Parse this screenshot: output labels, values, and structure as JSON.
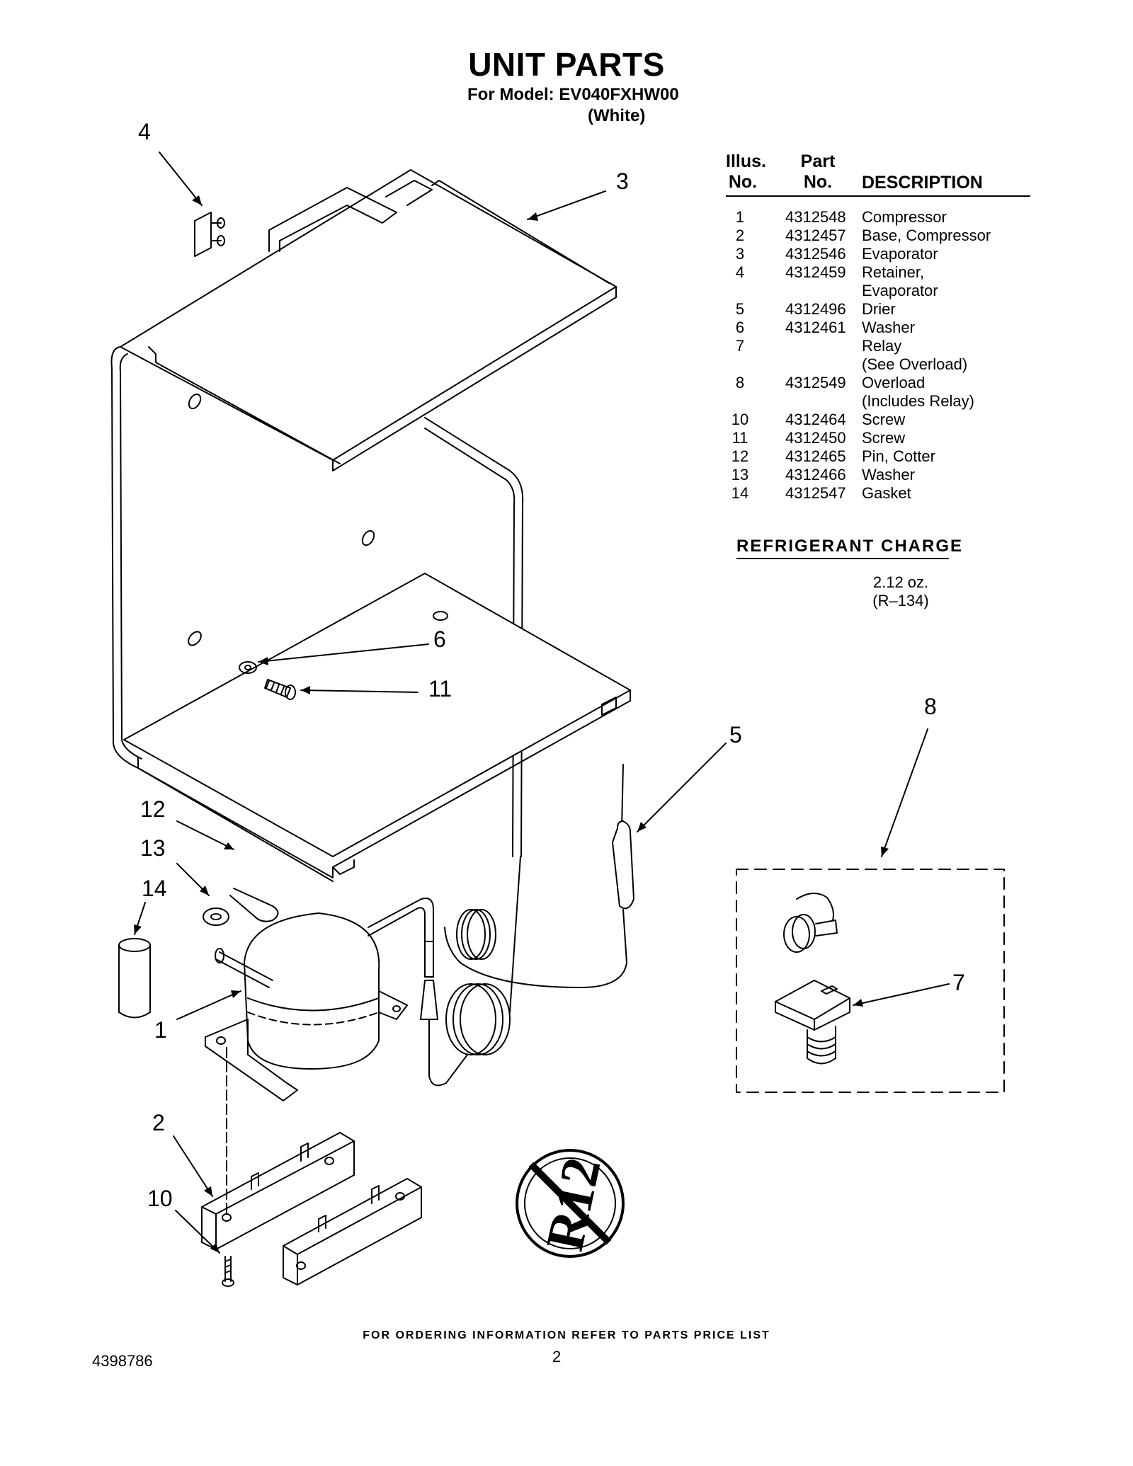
{
  "header": {
    "title": "UNIT PARTS",
    "model_line": "For Model: EV040FXHW00",
    "color_line": "(White)"
  },
  "parts_table": {
    "col_illus": [
      "Illus.",
      "No."
    ],
    "col_part": [
      "Part",
      "No."
    ],
    "col_desc": "DESCRIPTION",
    "rows": [
      {
        "no": "1",
        "part": "4312548",
        "desc": "Compressor"
      },
      {
        "no": "2",
        "part": "4312457",
        "desc": "Base, Compressor"
      },
      {
        "no": "3",
        "part": "4312546",
        "desc": "Evaporator"
      },
      {
        "no": "4",
        "part": "4312459",
        "desc": "Retainer,\nEvaporator"
      },
      {
        "no": "5",
        "part": "4312496",
        "desc": "Drier"
      },
      {
        "no": "6",
        "part": "4312461",
        "desc": "Washer"
      },
      {
        "no": "7",
        "part": "",
        "desc": "Relay\n(See Overload)"
      },
      {
        "no": "8",
        "part": "4312549",
        "desc": "Overload\n(Includes Relay)"
      },
      {
        "no": "10",
        "part": "4312464",
        "desc": "Screw"
      },
      {
        "no": "11",
        "part": "4312450",
        "desc": "Screw"
      },
      {
        "no": "12",
        "part": "4312465",
        "desc": "Pin, Cotter"
      },
      {
        "no": "13",
        "part": "4312466",
        "desc": "Washer"
      },
      {
        "no": "14",
        "part": "4312547",
        "desc": "Gasket"
      }
    ]
  },
  "refrigerant_charge": {
    "title": "REFRIGERANT CHARGE",
    "amount": "2.12 oz.",
    "refrigerant": "(R–134)"
  },
  "callouts": {
    "c1": "1",
    "c2": "2",
    "c3": "3",
    "c4": "4",
    "c5": "5",
    "c6": "6",
    "c7": "7",
    "c8": "8",
    "c10": "10",
    "c11": "11",
    "c12": "12",
    "c13": "13",
    "c14": "14"
  },
  "badge": {
    "text": "R12"
  },
  "footer": {
    "ordering_note": "FOR ORDERING INFORMATION REFER TO PARTS PRICE LIST",
    "doc_number": "4398786",
    "page_number": "2"
  }
}
